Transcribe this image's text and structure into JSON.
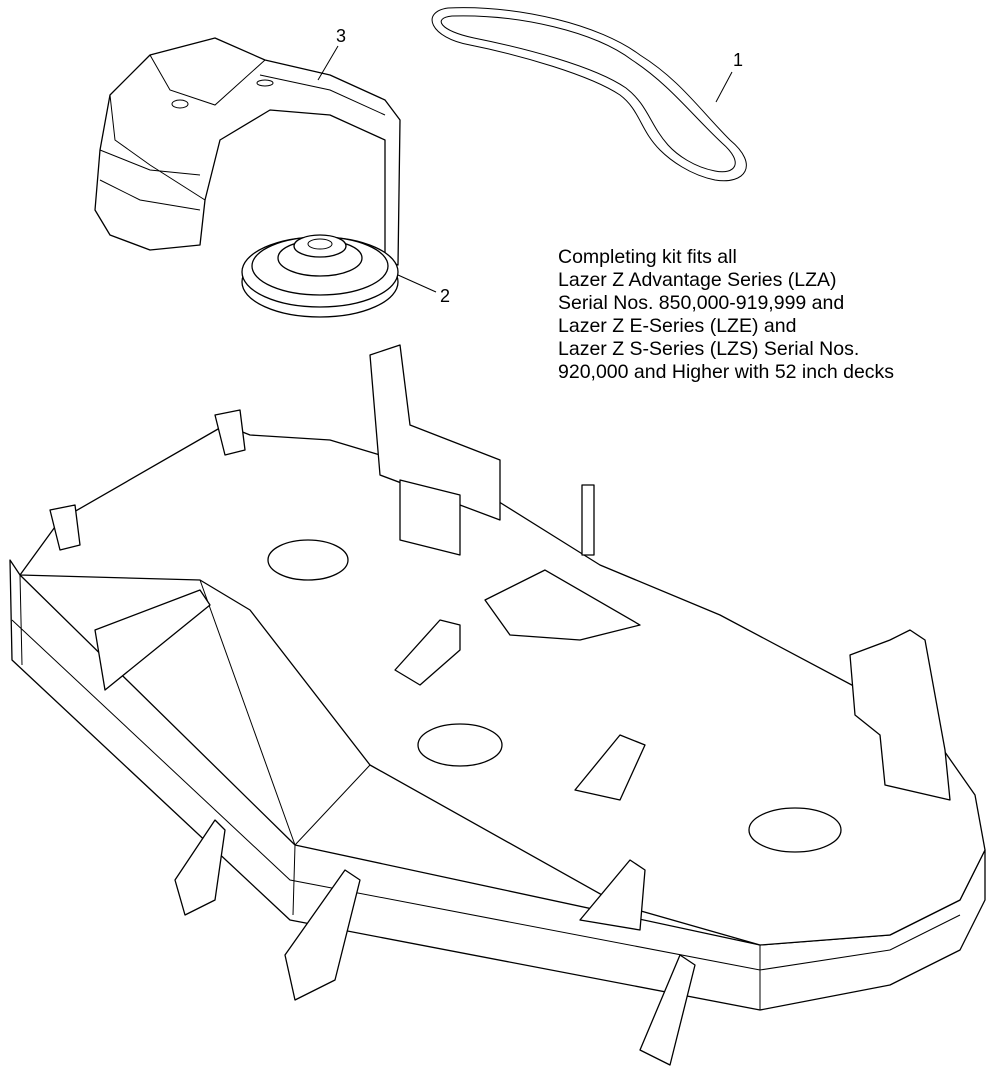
{
  "callouts": [
    {
      "number": "1",
      "part": "belt"
    },
    {
      "number": "2",
      "part": "idler-pulley"
    },
    {
      "number": "3",
      "part": "belt-shield"
    }
  ],
  "note": {
    "lines": [
      "Completing kit fits all",
      "Lazer Z Advantage Series (LZA)",
      "Serial Nos. 850,000-919,999 and",
      "Lazer Z E-Series (LZE) and",
      "Lazer Z S-Series (LZS) Serial Nos.",
      "920,000 and Higher with 52 inch decks"
    ]
  }
}
